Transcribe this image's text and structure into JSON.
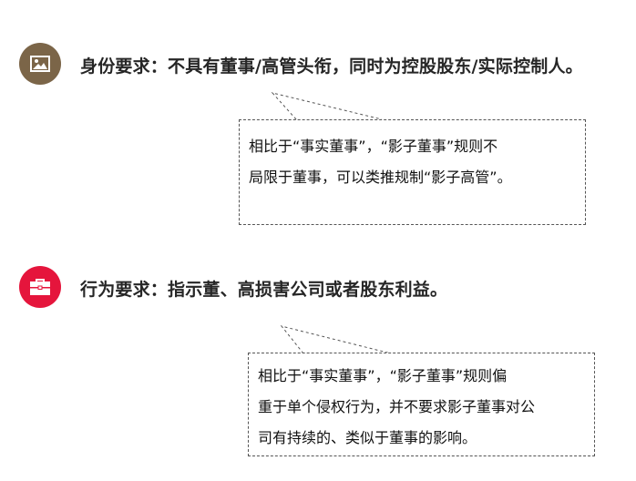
{
  "colors": {
    "identity_icon_bg": "#7B6548",
    "behavior_icon_bg": "#E5153C",
    "icon_glyph": "#ffffff",
    "title_text": "#262626",
    "callout_border": "#555555"
  },
  "points": [
    {
      "icon": "image-icon",
      "title": "身份要求：不具有董事/高管头衔，同时为控股股东/实际控制人。",
      "callout": [
        "相比于“事实董事”，“影子董事”规则不",
        "局限于董事，可以类推规制“影子高管”。"
      ]
    },
    {
      "icon": "briefcase-icon",
      "title": "行为要求：指示董、高损害公司或者股东利益。",
      "callout": [
        "相比于“事实董事”，“影子董事”规则偏",
        "重于单个侵权行为，并不要求影子董事对公",
        "司有持续的、类似于董事的影响。"
      ]
    }
  ]
}
